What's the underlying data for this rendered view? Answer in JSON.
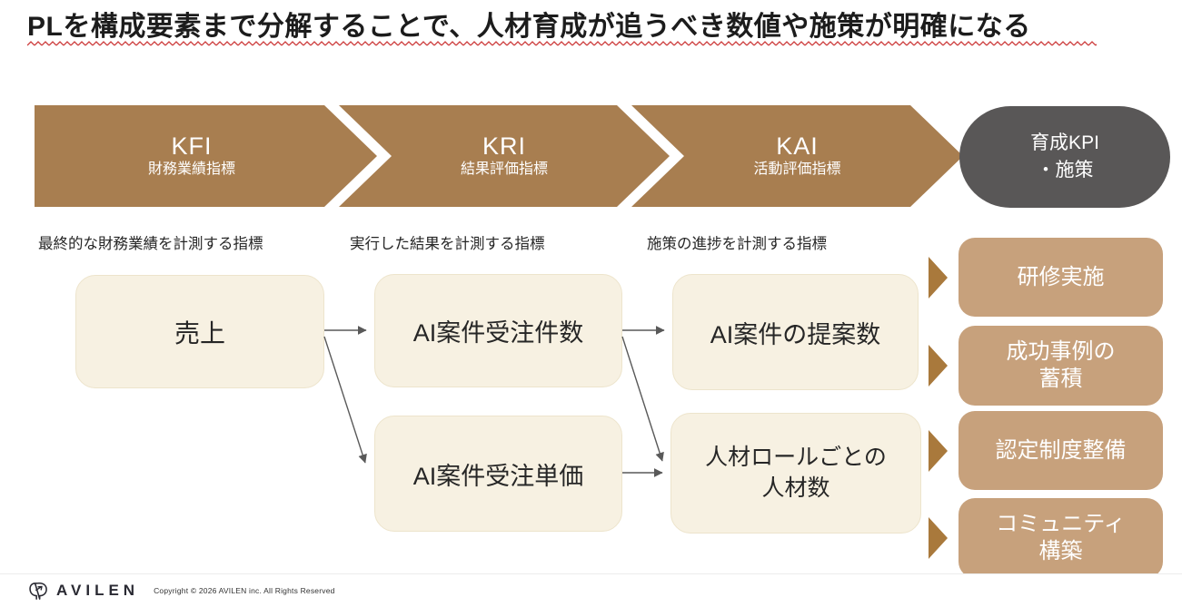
{
  "slide": {
    "title": "PLを構成要素まで分解することで、人材育成が追うべき数値や施策が明確になる"
  },
  "stages": [
    {
      "label": "KFI",
      "sublabel": "財務業績指標",
      "description": "最終的な財務業績を計測する指標"
    },
    {
      "label": "KRI",
      "sublabel": "結果評価指標",
      "description": "実行した結果を計測する指標"
    },
    {
      "label": "KAI",
      "sublabel": "活動評価指標",
      "description": "施策の進捗を計測する指標"
    }
  ],
  "goal_capsule": {
    "label": "育成KPI\n・施策"
  },
  "flow": {
    "sales": "売上",
    "order_count": "AI案件受注件数",
    "order_price": "AI案件受注単価",
    "proposal_count": "AI案件の提案数",
    "talent_count": "人材ロールごとの\n人材数"
  },
  "kpi_actions": [
    {
      "label": "研修実施"
    },
    {
      "label": "成功事例の\n蓄積"
    },
    {
      "label": "認定制度整備"
    },
    {
      "label": "コミュニティ\n構築"
    }
  ],
  "footer": {
    "brand": "AVILEN",
    "copyright": "Copyright © 2026 AVILEN inc. All Rights Reserved"
  },
  "colors": {
    "chevron_brown": "#A87E50",
    "action_tan": "#C7A17C",
    "pointer_brown": "#A9793C",
    "box_cream": "#F7F1E2",
    "capsule_gray": "#595757",
    "underline_red": "#CC3A3A",
    "connector_gray": "#595959"
  }
}
